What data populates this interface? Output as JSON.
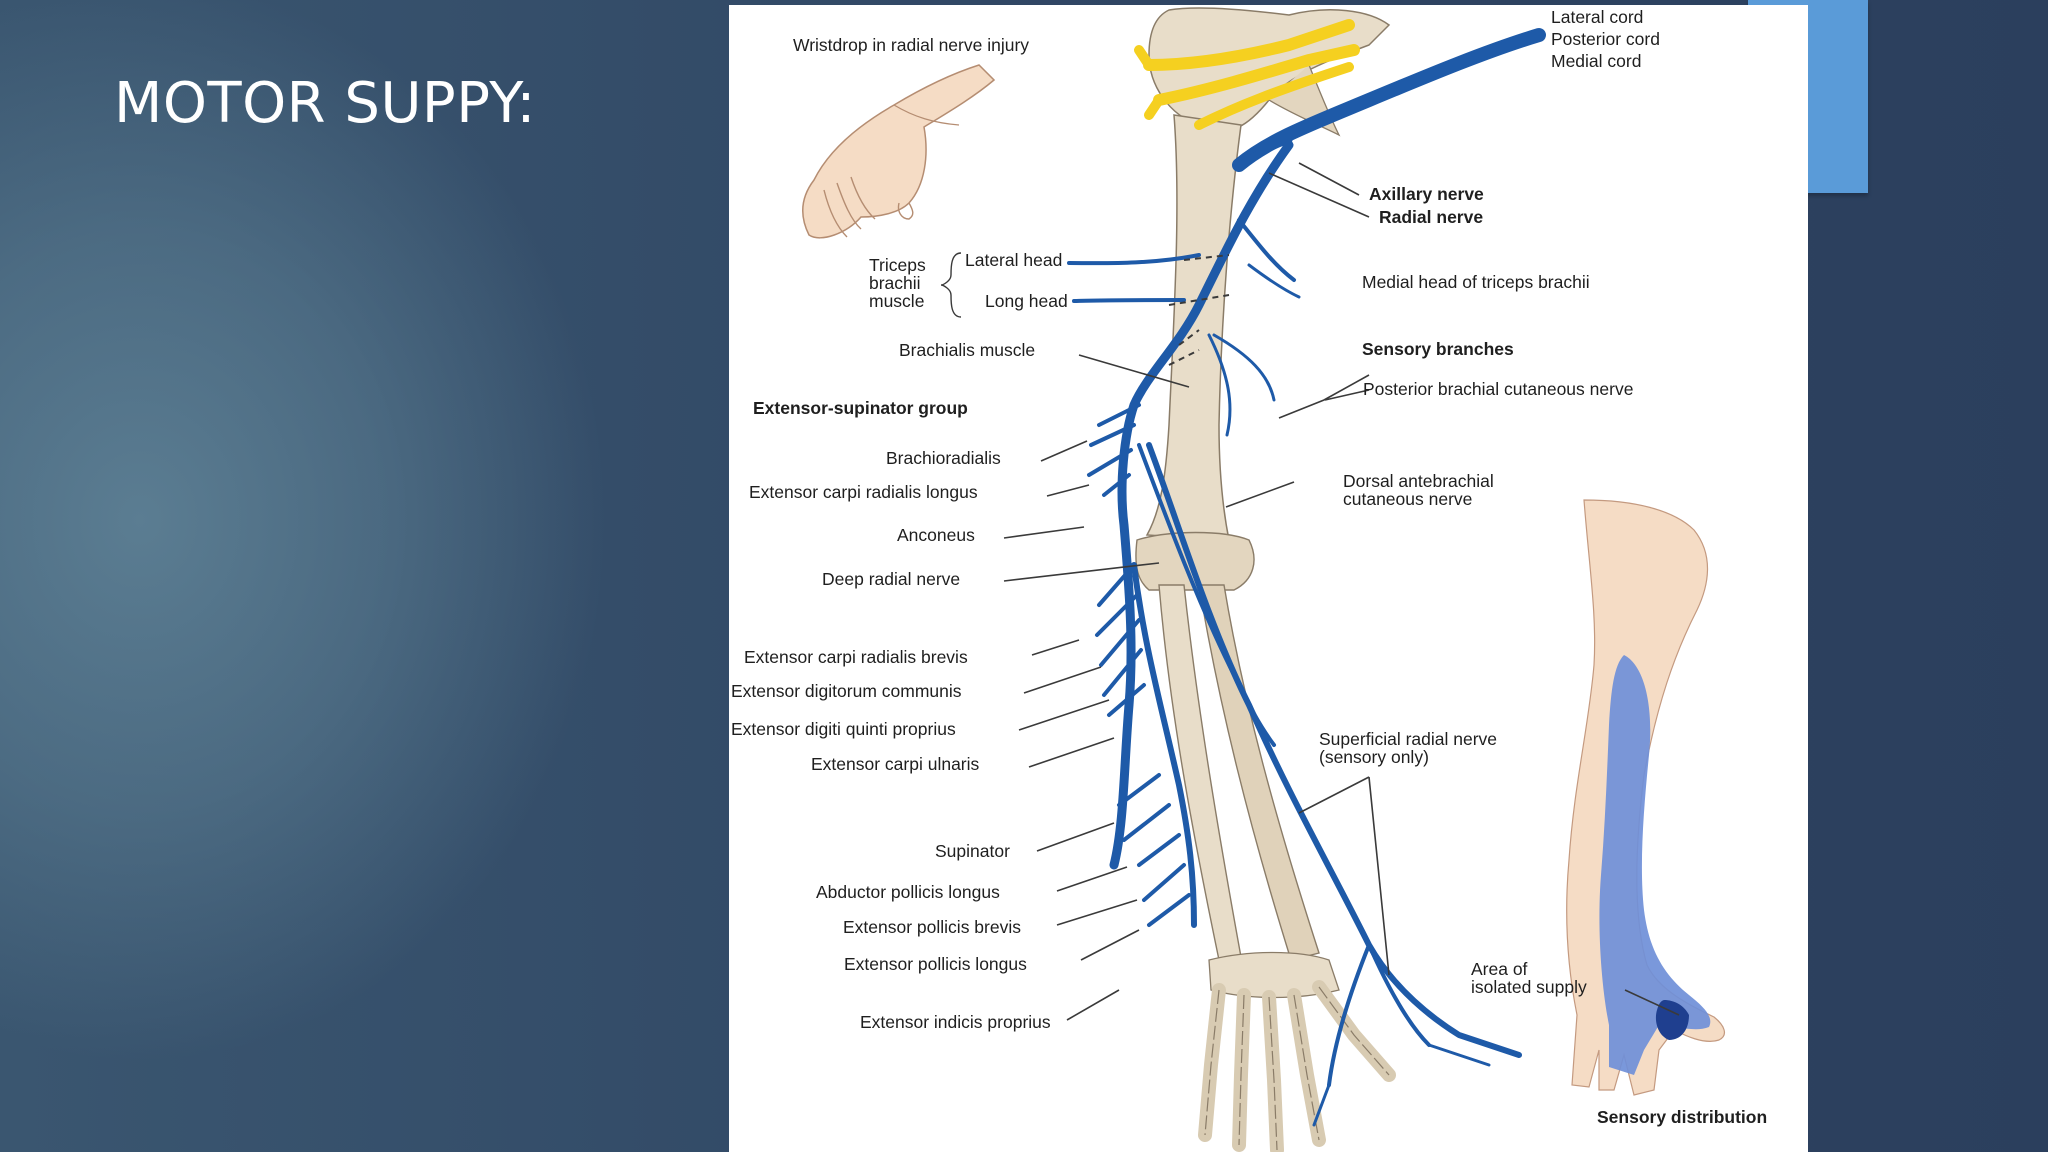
{
  "slide": {
    "title": "MOTOR SUPPY:",
    "accent_color": "#5a9bd8",
    "title_color": "#ffffff"
  },
  "figure": {
    "nerve_color": "#1e5aa8",
    "plexus_color": "#f5d020",
    "bone_color": "#e8ddc9",
    "skin_color": "#f5dcc5",
    "sensory_area_color": "#6f8fd8",
    "isolated_area_color": "#1f3f8f",
    "labels": {
      "wristdrop": "Wristdrop in radial nerve injury",
      "lateral_cord": "Lateral cord",
      "posterior_cord": "Posterior cord",
      "medial_cord": "Medial cord",
      "axillary_nerve": "Axillary nerve",
      "radial_nerve": "Radial nerve",
      "triceps_line1": "Triceps",
      "triceps_line2": "brachii",
      "triceps_line3": "muscle",
      "lateral_head": "Lateral head",
      "long_head": "Long head",
      "medial_head": "Medial head of triceps brachii",
      "brachialis": "Brachialis muscle",
      "sensory_branches": "Sensory branches",
      "posterior_brachial": "Posterior brachial cutaneous nerve",
      "extensor_supinator_group": "Extensor-supinator group",
      "brachioradialis": "Brachioradialis",
      "ecrl": "Extensor carpi radialis longus",
      "dorsal_line1": "Dorsal antebrachial",
      "dorsal_line2": "cutaneous nerve",
      "anconeus": "Anconeus",
      "deep_radial": "Deep radial nerve",
      "ecrb": "Extensor carpi radialis brevis",
      "edc": "Extensor digitorum communis",
      "edqp": "Extensor digiti quinti proprius",
      "ecu": "Extensor carpi ulnaris",
      "superficial_line1": "Superficial radial nerve",
      "superficial_line2": "(sensory only)",
      "supinator": "Supinator",
      "apl": "Abductor pollicis longus",
      "epb": "Extensor pollicis brevis",
      "epl": "Extensor pollicis longus",
      "eip": "Extensor indicis proprius",
      "area_line1": "Area of",
      "area_line2": "isolated supply",
      "sensory_distribution": "Sensory distribution"
    }
  }
}
